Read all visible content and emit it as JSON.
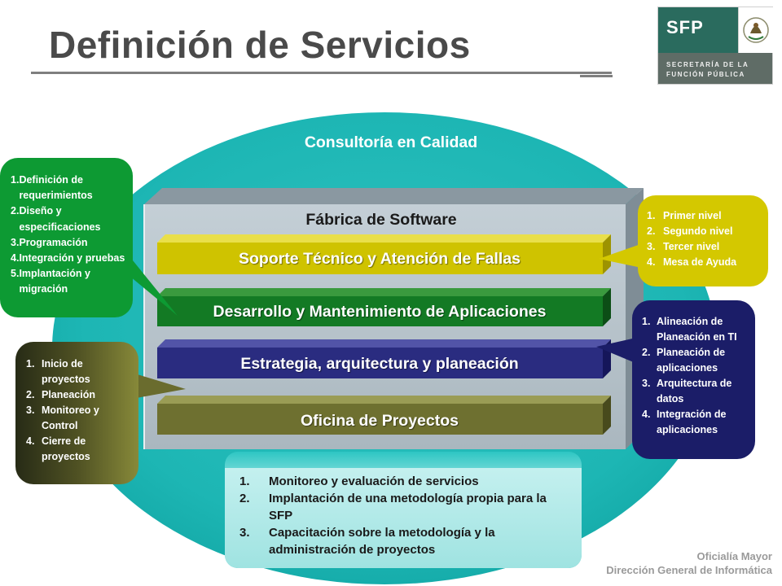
{
  "header": {
    "title": "Definición de Servicios"
  },
  "logo": {
    "abbr": "SFP",
    "line1": "SECRETARÍA DE LA",
    "line2": "FUNCIÓN PÚBLICA"
  },
  "diagram": {
    "outer_label": "Consultoría en Calidad",
    "inner_label": "Fábrica de Software",
    "bars": [
      {
        "key": "soporte",
        "label": "Soporte Técnico y Atención de Fallas",
        "color": "#d4c800"
      },
      {
        "key": "desarrollo",
        "label": "Desarrollo y Mantenimiento de Aplicaciones",
        "color": "#1a8a2a"
      },
      {
        "key": "estrategia",
        "label": "Estrategia, arquitectura y planeación",
        "color": "#2a2c80"
      },
      {
        "key": "oficina",
        "label": "Oficina de Proyectos",
        "color": "#6e7030"
      }
    ],
    "callouts": {
      "desarrollo": {
        "color": "#0d9a33",
        "items": [
          {
            "n": "1.",
            "text": "Definición de requerimientos"
          },
          {
            "n": "2.",
            "text": "Diseño y especificaciones"
          },
          {
            "n": "3.",
            "text": "Programación"
          },
          {
            "n": "4.",
            "text": "Integración y pruebas"
          },
          {
            "n": "5.",
            "text": "Implantación y migración"
          }
        ]
      },
      "soporte": {
        "color": "#d4c800",
        "items": [
          {
            "n": "1.",
            "text": "Primer nivel"
          },
          {
            "n": "2.",
            "text": "Segundo nivel"
          },
          {
            "n": "3.",
            "text": "Tercer nivel"
          },
          {
            "n": "4.",
            "text": "Mesa de Ayuda"
          }
        ]
      },
      "estrategia": {
        "color": "#1b1d68",
        "items": [
          {
            "n": "1.",
            "text": "Alineación de Planeación en TI"
          },
          {
            "n": "2.",
            "text": "Planeación de aplicaciones"
          },
          {
            "n": "3.",
            "text": "Arquitectura de datos"
          },
          {
            "n": "4.",
            "text": "Integración de aplicaciones"
          }
        ]
      },
      "oficina": {
        "color": "#4f5123",
        "items": [
          {
            "n": "1.",
            "text": "Inicio de proyectos"
          },
          {
            "n": "2.",
            "text": "Planeación"
          },
          {
            "n": "3.",
            "text": "Monitoreo y Control"
          },
          {
            "n": "4.",
            "text": "Cierre de proyectos"
          }
        ]
      },
      "consultoria": {
        "color": "#2ec6c3",
        "items": [
          {
            "n": "1.",
            "text": "Monitoreo y evaluación de servicios"
          },
          {
            "n": "2.",
            "text": "Implantación de una metodología propia para la SFP"
          },
          {
            "n": "3.",
            "text": "Capacitación sobre la metodología y la administración de proyectos"
          }
        ]
      }
    }
  },
  "footer": {
    "line1": "Oficialía Mayor",
    "line2": "Dirección General de Informática"
  }
}
